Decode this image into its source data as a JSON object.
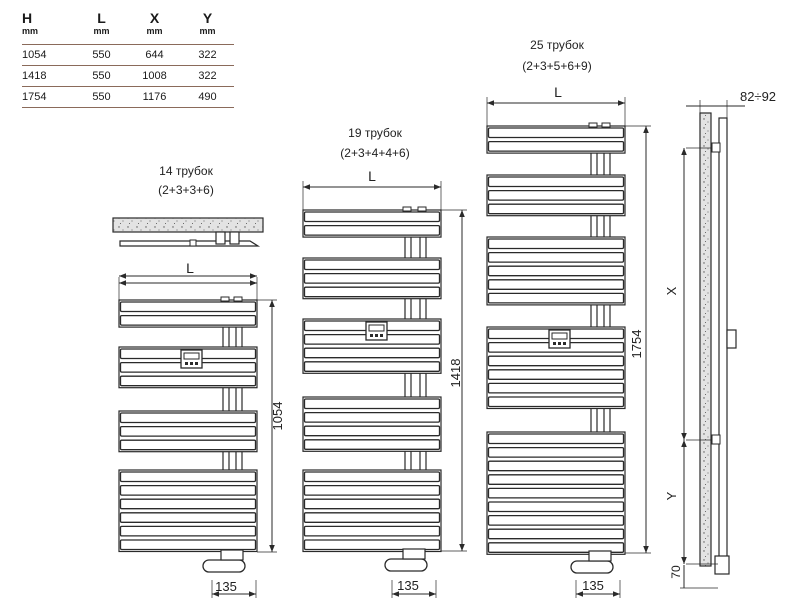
{
  "table": {
    "headers": [
      "H",
      "L",
      "X",
      "Y"
    ],
    "units": [
      "mm",
      "mm",
      "mm",
      "mm"
    ],
    "rows": [
      [
        "1054",
        "550",
        "644",
        "322"
      ],
      [
        "1418",
        "550",
        "1008",
        "322"
      ],
      [
        "1754",
        "550",
        "1176",
        "490"
      ]
    ]
  },
  "radiators": [
    {
      "caption": "14 трубок",
      "formula": "(2+3+3+6)",
      "groups": [
        2,
        3,
        3,
        6
      ],
      "height_label": "1054",
      "width_label": "L",
      "bottom_label": "135"
    },
    {
      "caption": "19 трубок",
      "formula": "(2+3+4+4+6)",
      "groups": [
        2,
        3,
        4,
        4,
        6
      ],
      "height_label": "1418",
      "width_label": "L",
      "bottom_label": "135"
    },
    {
      "caption": "25 трубок",
      "formula": "(2+3+5+6+9)",
      "groups": [
        2,
        3,
        5,
        6,
        9
      ],
      "height_label": "1754",
      "width_label": "L",
      "bottom_label": "135"
    }
  ],
  "side_view": {
    "depth_label": "82÷92",
    "x_label": "X",
    "y_label": "Y",
    "bottom_label": "70"
  },
  "colors": {
    "line": "#2a2a2a",
    "tube": "#ffffff",
    "wall": "#e3e3e3"
  }
}
